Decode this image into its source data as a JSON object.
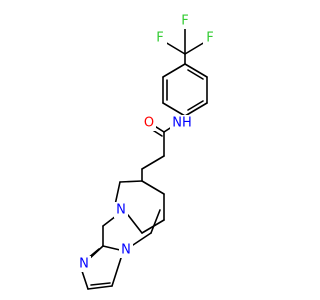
{
  "molecule": {
    "colors": {
      "bond": "#000000",
      "O": "#ff0000",
      "N": "#0000ff",
      "F": "#33cc33",
      "C": "#000000"
    },
    "labels": {
      "F_top": "F",
      "F_left": "F",
      "F_right": "F",
      "amide_O": "O",
      "amide_NH": "NH",
      "piperidine_N": "N",
      "imidazole_N3": "N",
      "imidazole_N1": "N"
    }
  }
}
